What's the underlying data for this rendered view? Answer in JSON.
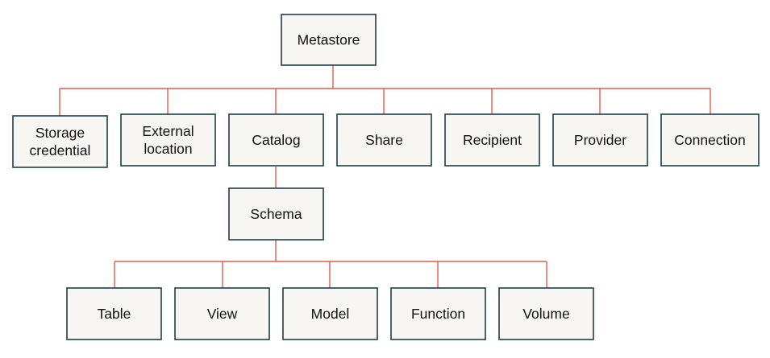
{
  "diagram": {
    "line_color": "#e45a4f",
    "box_border_color": "#1f3d4a",
    "box_fill_color": "#f7f6f3",
    "root": {
      "label": "Metastore"
    },
    "level1": [
      {
        "id": "storage-credential",
        "lines": [
          "Storage",
          "credential"
        ]
      },
      {
        "id": "external-location",
        "lines": [
          "External",
          "location"
        ]
      },
      {
        "id": "catalog",
        "lines": [
          "Catalog"
        ]
      },
      {
        "id": "share",
        "lines": [
          "Share"
        ]
      },
      {
        "id": "recipient",
        "lines": [
          "Recipient"
        ]
      },
      {
        "id": "provider",
        "lines": [
          "Provider"
        ]
      },
      {
        "id": "connection",
        "lines": [
          "Connection"
        ]
      }
    ],
    "schema": {
      "label": "Schema"
    },
    "level3": [
      {
        "id": "table",
        "label": "Table"
      },
      {
        "id": "view",
        "label": "View"
      },
      {
        "id": "model",
        "label": "Model"
      },
      {
        "id": "function",
        "label": "Function"
      },
      {
        "id": "volume",
        "label": "Volume"
      }
    ]
  }
}
